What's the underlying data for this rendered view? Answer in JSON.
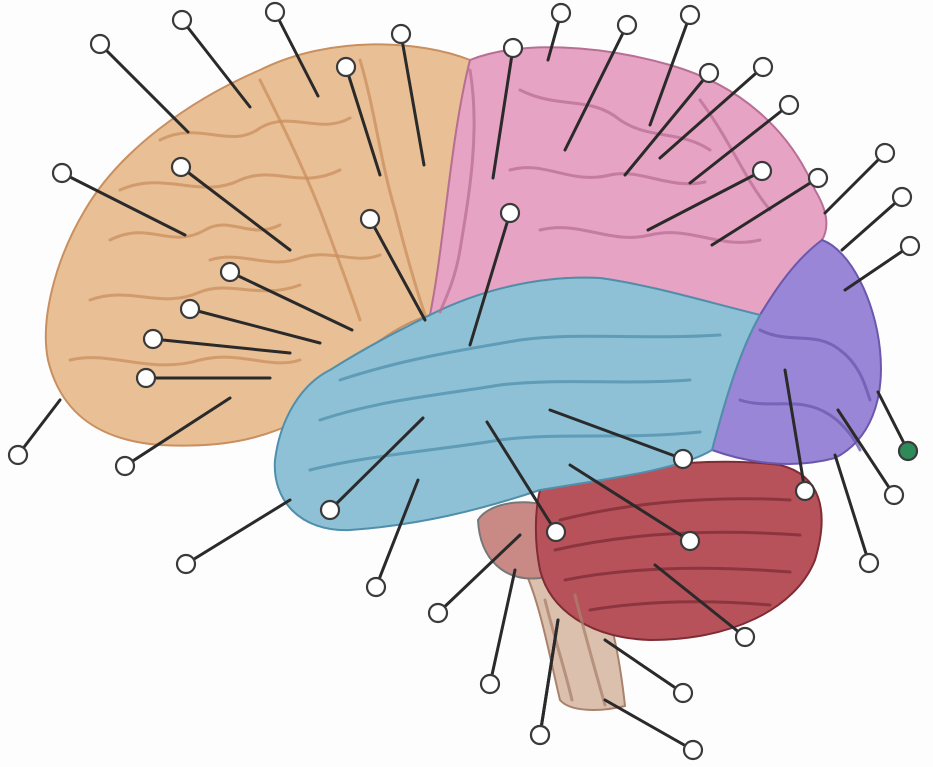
{
  "colors": {
    "background": "#fdfdfd",
    "frontal": "#e9bf95",
    "frontal_shadow": "#c98f5f",
    "parietal": "#e7a3c4",
    "parietal_shadow": "#b86f94",
    "temporal": "#8ec1d6",
    "temporal_shadow": "#4f8fac",
    "occipital": "#9a86d6",
    "occipital_shadow": "#6b57ad",
    "cerebellum": "#b7525a",
    "cerebellum_shadow": "#7f2c35",
    "brainstem": "#dcc0ae",
    "brainstem_shadow": "#a9826d",
    "pons": "#c98a86",
    "marker_fill": "#ffffff",
    "marker_selected": "#2e8b57",
    "leader_line": "#2a2a2a"
  },
  "regions": [
    "frontal",
    "parietal",
    "temporal",
    "occipital",
    "cerebellum",
    "pons",
    "brainstem"
  ],
  "markers": {
    "count": 44,
    "selected_index": 43
  }
}
